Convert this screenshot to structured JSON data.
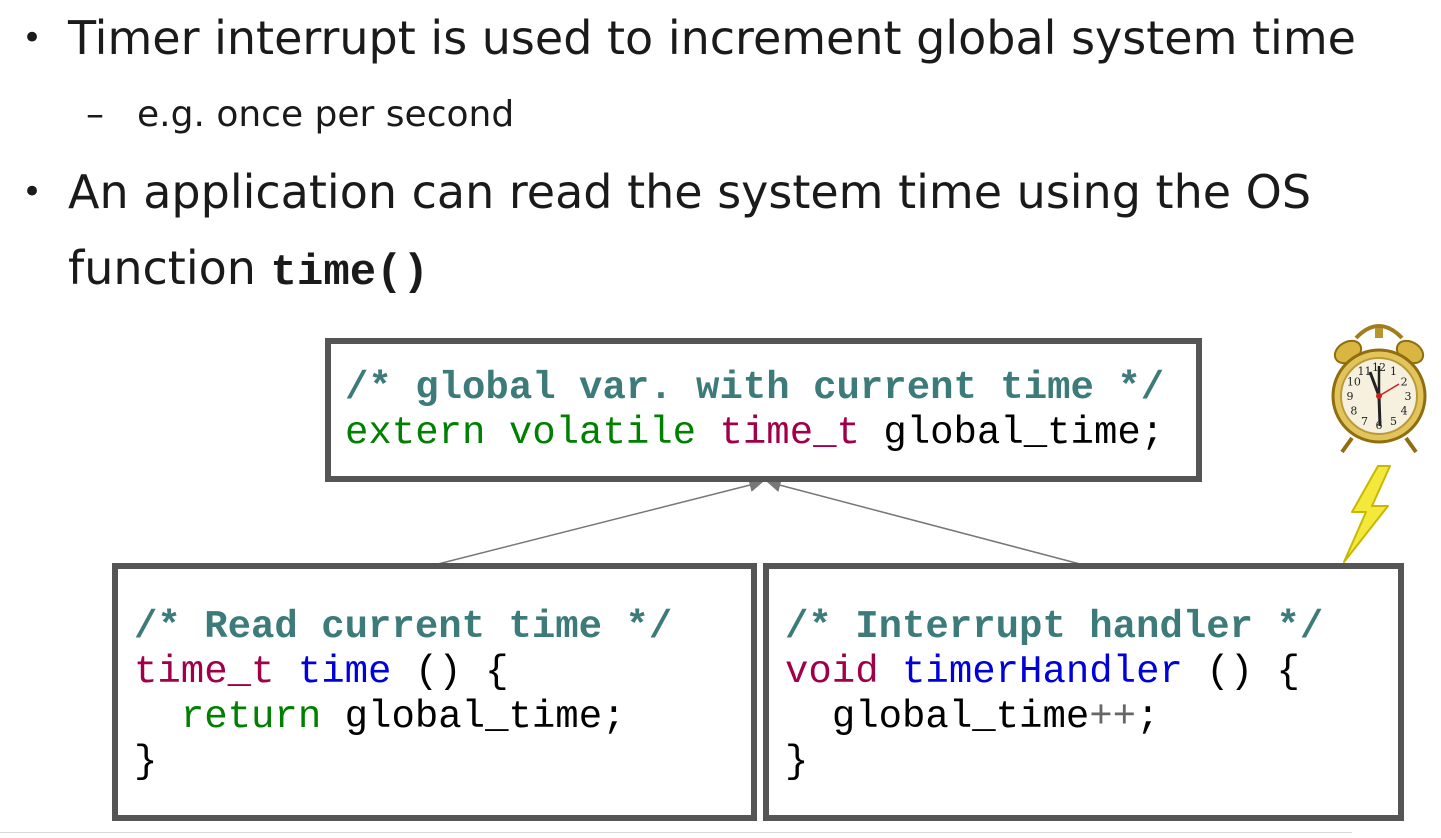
{
  "bullets": [
    {
      "marker": "•",
      "text": "Timer interrupt is used to increment global system time",
      "sub": {
        "marker": "–",
        "text": "e.g. once per second"
      }
    },
    {
      "marker": "•",
      "line1": "An application can read the system time using the OS",
      "line2": "function ",
      "code": "time()"
    }
  ],
  "code_boxes": {
    "global": {
      "comment": "/* global var. with current time */",
      "kw_extern": "extern",
      "kw_volatile": "volatile",
      "type": "time_t",
      "rest": "global_time;"
    },
    "read": {
      "comment": "/* Read current time */",
      "type": "time_t",
      "fn": "time",
      "sig_rest": "() {",
      "indent": "  ",
      "kw_return": "return",
      "body_rest": "global_time;",
      "close": "}"
    },
    "handler": {
      "comment": "/* Interrupt handler */",
      "type": "void",
      "fn": "timerHandler",
      "sig_rest": "() {",
      "indent": "  ",
      "var": "global_time",
      "op": "++",
      "semi": ";",
      "close": "}"
    }
  },
  "clock": {
    "numbers": [
      "12",
      "1",
      "2",
      "3",
      "4",
      "5",
      "6",
      "7",
      "8",
      "9",
      "10",
      "11"
    ]
  },
  "colors": {
    "comment": "#3d7b7b",
    "keyword": "#008000",
    "type": "#a0004a",
    "function": "#0000d8",
    "box_border": "#555555",
    "lightning": "#f0e020"
  }
}
